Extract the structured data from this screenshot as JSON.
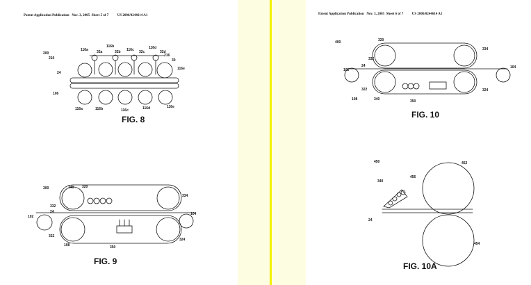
{
  "left_page": {
    "header": {
      "title": "Patent Application Publication",
      "date": "Nov. 3, 2005",
      "sheet": "Sheet 5 of 7",
      "number": "US 2006/0244614 A1"
    },
    "figures": [
      {
        "label": "FIG. 8",
        "refs": [
          "200",
          "210",
          "116a",
          "116b",
          "116c",
          "116d",
          "116e",
          "32a",
          "32b",
          "32c",
          "32d",
          "216",
          "30",
          "24",
          "106"
        ]
      },
      {
        "label": "FIG. 9",
        "refs": [
          "300",
          "340",
          "320",
          "334",
          "332",
          "24",
          "102",
          "104",
          "322",
          "324",
          "108",
          "350"
        ]
      }
    ]
  },
  "right_page": {
    "header": {
      "title": "Patent Application Publication",
      "date": "Nov. 3, 2005",
      "sheet": "Sheet 6 of 7",
      "number": "US 2006/0244614 A1"
    },
    "figures": [
      {
        "label": "FIG. 10",
        "refs": [
          "400",
          "320",
          "334",
          "332",
          "24",
          "102",
          "104",
          "322",
          "324",
          "108",
          "340",
          "350"
        ]
      },
      {
        "label": "FIG. 10A",
        "refs": [
          "450",
          "452",
          "340",
          "456",
          "24",
          "454"
        ]
      }
    ]
  }
}
